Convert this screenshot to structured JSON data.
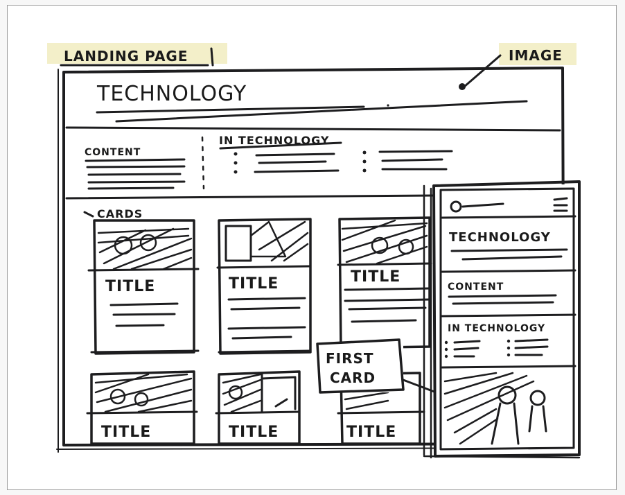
{
  "page_label": "LANDING PAGE",
  "image_callout": "IMAGE",
  "hero": {
    "title": "TECHNOLOGY"
  },
  "content_section": {
    "label": "CONTENT"
  },
  "in_technology": {
    "label": "IN TECHNOLOGY"
  },
  "cards_callout": "CARDS",
  "cards": [
    {
      "title": "TITLE"
    },
    {
      "title": "TITLE"
    },
    {
      "title": "TITLE"
    },
    {
      "title": "TITLE"
    },
    {
      "title": "TITLE"
    },
    {
      "title": "TITLE"
    }
  ],
  "first_card_callout": {
    "line1": "FIRST",
    "line2": "CARD"
  },
  "mobile": {
    "title": "TECHNOLOGY",
    "content_label": "CONTENT",
    "in_technology_label": "IN TECHNOLOGY"
  },
  "colors": {
    "ink": "#1d1d1f",
    "highlighter": "#f3efc9",
    "paper": "#ffffff"
  }
}
